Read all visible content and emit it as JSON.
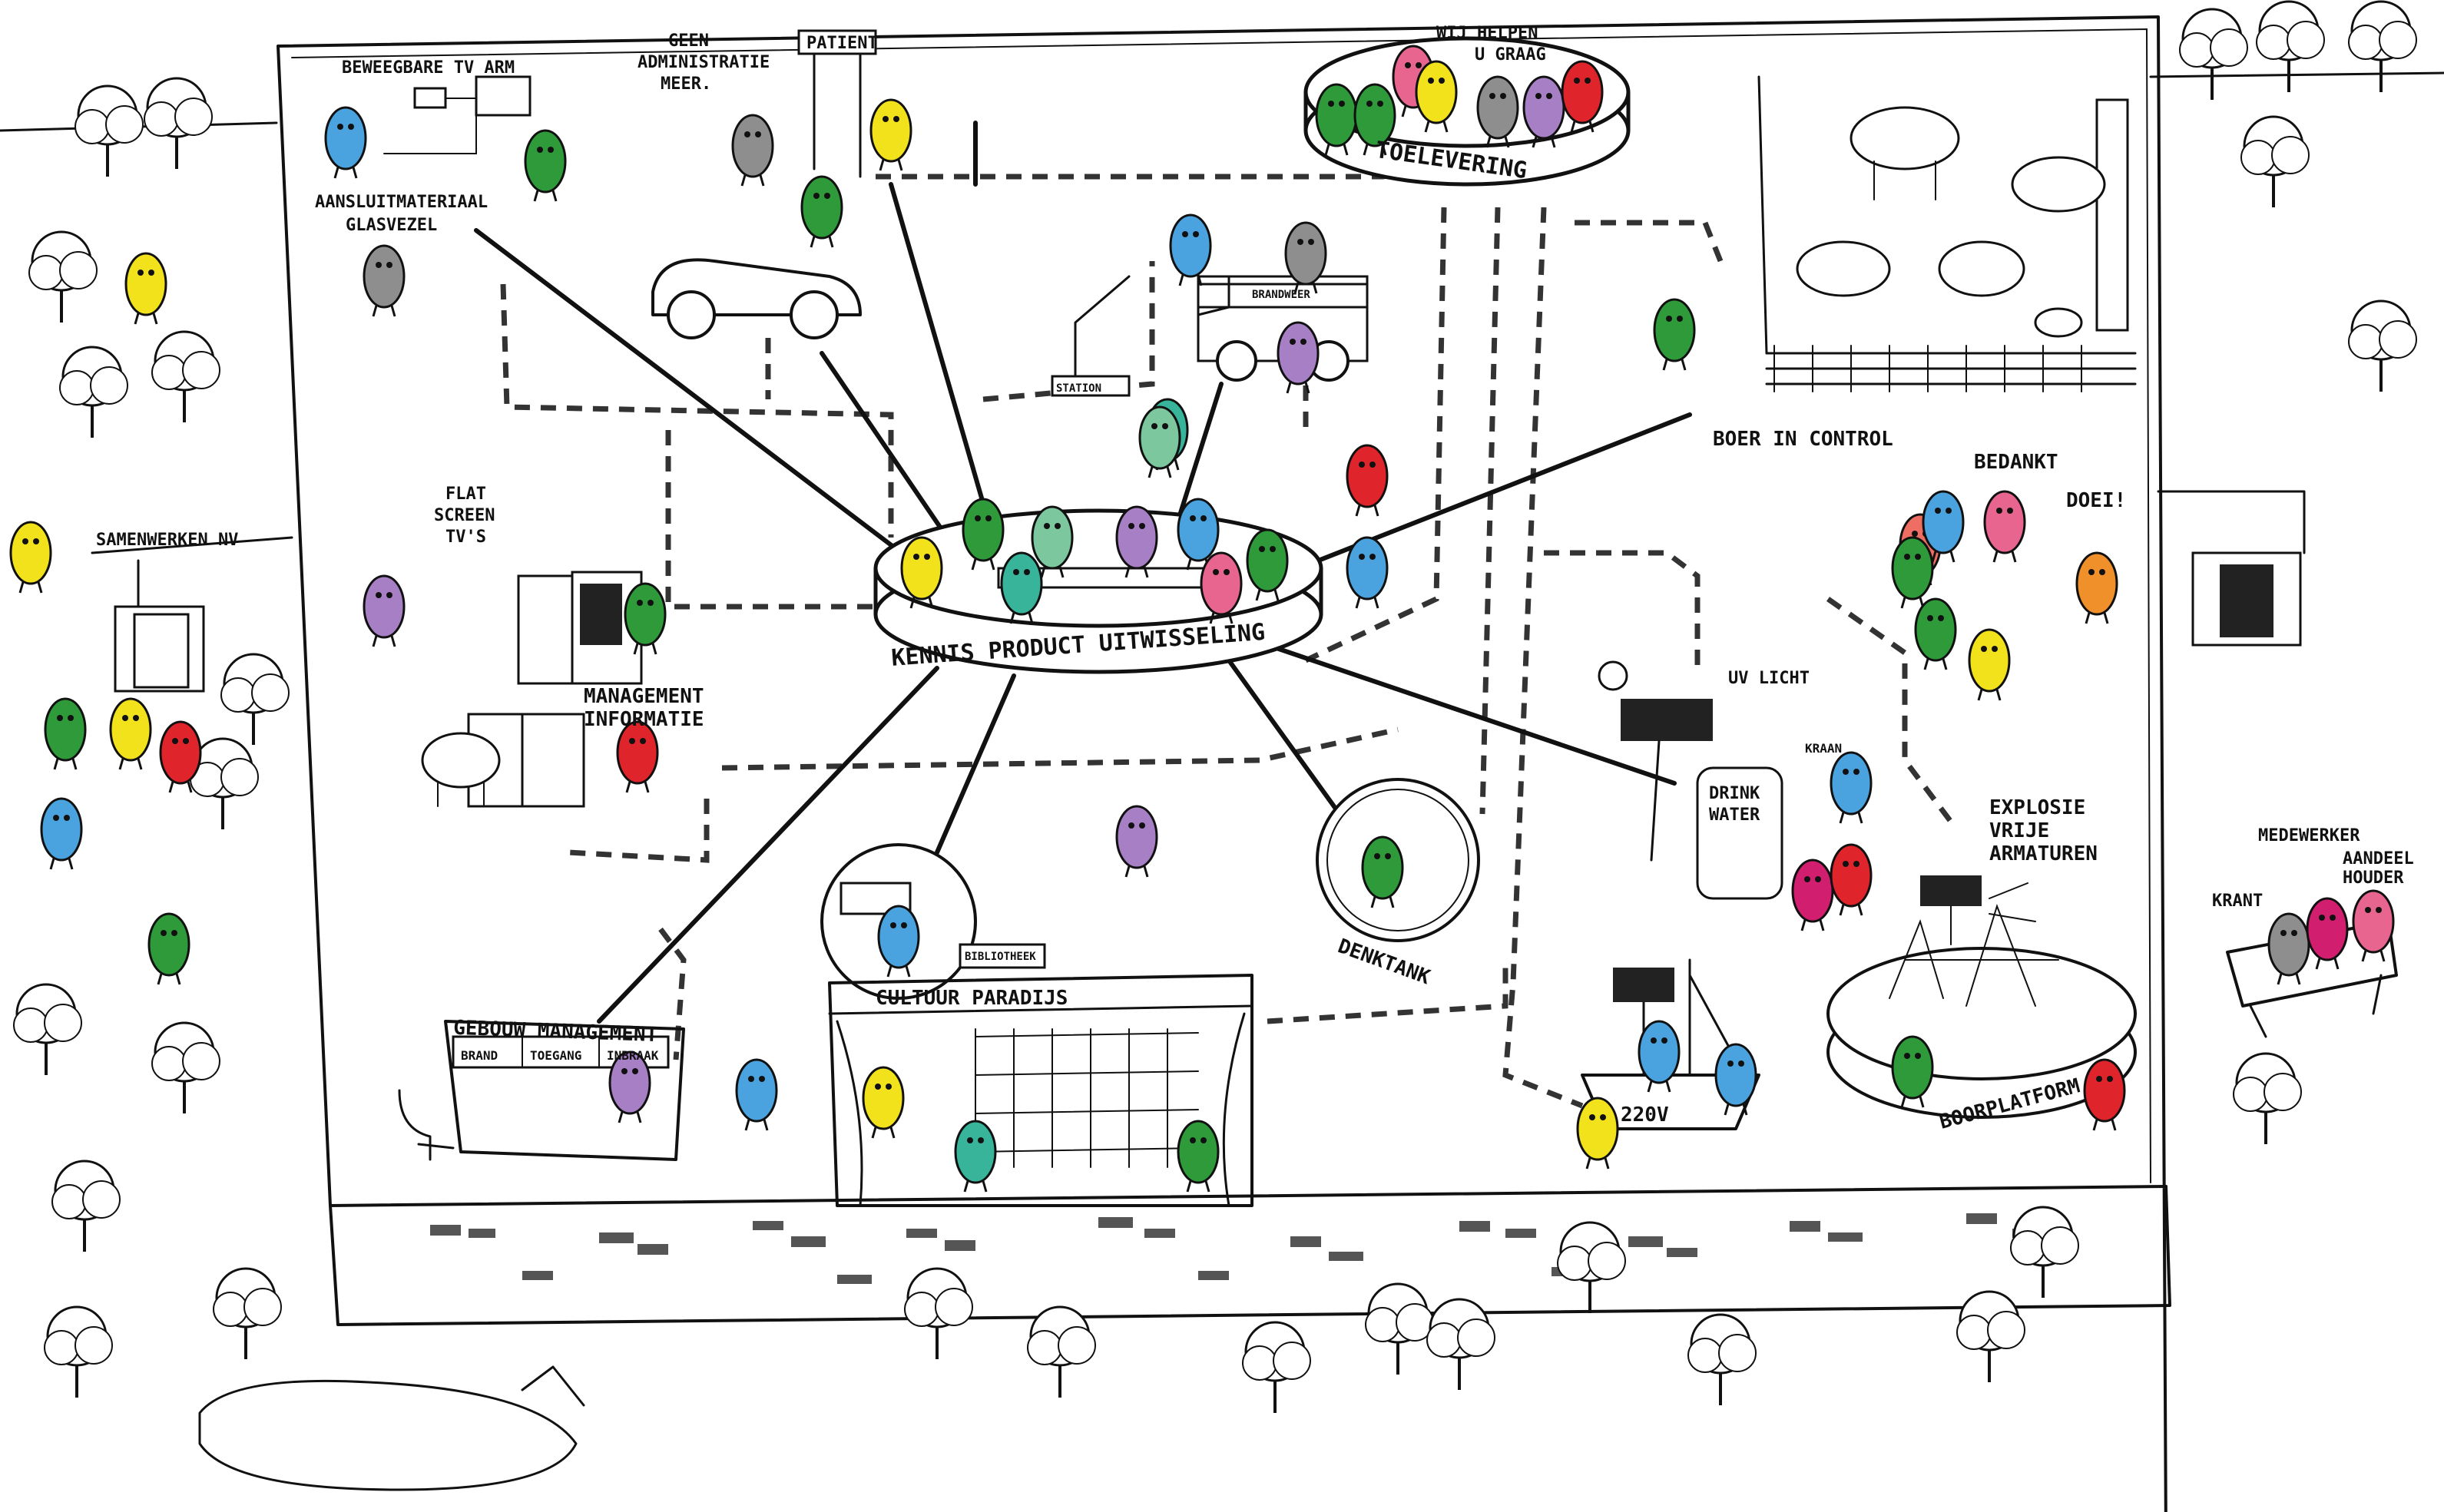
{
  "labels": {
    "tv_arm": "BEWEEGBARE TV ARM",
    "aansluit": "AANSLUITMATERIAAL",
    "glasvezel": "GLASVEZEL",
    "geen_admin_1": "GEEN",
    "geen_admin_2": "ADMINISTRATIE",
    "geen_admin_3": "MEER.",
    "patient": "PATIENT",
    "wij_helpen_1": "WIJ HELPEN",
    "wij_helpen_2": "U GRAAG",
    "toelevering": "TOELEVERING",
    "samenwerken": "SAMENWERKEN NV",
    "flat_1": "FLAT",
    "flat_2": "SCREEN",
    "flat_3": "TV'S",
    "management_1": "MANAGEMENT",
    "management_2": "INFORMATIE",
    "kennis": "KENNIS PRODUCT UITWISSELING",
    "boer": "BOER IN CONTROL",
    "bedankt": "BEDANKT",
    "doei": "DOEI!",
    "uv_licht": "UV LICHT",
    "kraan": "KRAAN",
    "drink_1": "DRINK",
    "drink_2": "WATER",
    "explosie_1": "EXPLOSIE",
    "explosie_2": "VRIJE",
    "explosie_3": "ARMATUREN",
    "denktank": "DENKTANK",
    "cultuur": "CULTUUR PARADIJS",
    "gebouw": "GEBOUW MANAGEMENT",
    "slot_1": "BRAND",
    "slot_2": "TOEGANG",
    "slot_3": "INBRAAK",
    "boorplatform": "BOORPLATFORM",
    "v220": "220V",
    "krant": "KRANT",
    "medewerker": "MEDEWERKER",
    "aandeelhouder_1": "AANDEEL",
    "aandeelhouder_2": "HOUDER",
    "slagboom": "STATION",
    "brandweer": "BRANDWEER",
    "bieb": "BIBLIOTHEEK"
  },
  "colors": {
    "blue": "#4aa3df",
    "green": "#2e9a3a",
    "yellow": "#f2e21b",
    "red": "#e0242b",
    "pink": "#e8658f",
    "purple": "#a77fc4",
    "teal": "#38b49b",
    "mint": "#7cc79d",
    "grey": "#8e8e8e",
    "orange": "#f0902a",
    "salmon": "#ee6e63",
    "magenta": "#d11e6e"
  },
  "characters": [
    {
      "color": "blue"
    },
    {
      "color": "green"
    },
    {
      "color": "grey"
    },
    {
      "color": "yellow"
    },
    {
      "color": "green"
    },
    {
      "color": "grey"
    },
    {
      "color": "yellow"
    },
    {
      "color": "green"
    },
    {
      "color": "pink"
    },
    {
      "color": "green"
    },
    {
      "color": "yellow"
    },
    {
      "color": "grey"
    },
    {
      "color": "purple"
    },
    {
      "color": "red"
    },
    {
      "color": "blue"
    },
    {
      "color": "teal"
    },
    {
      "color": "mint"
    },
    {
      "color": "green"
    },
    {
      "color": "yellow"
    },
    {
      "color": "purple"
    },
    {
      "color": "blue"
    },
    {
      "color": "green"
    },
    {
      "color": "teal"
    },
    {
      "color": "pink"
    },
    {
      "color": "mint"
    },
    {
      "color": "grey"
    },
    {
      "color": "blue"
    },
    {
      "color": "purple"
    },
    {
      "color": "green"
    },
    {
      "color": "red"
    },
    {
      "color": "yellow"
    },
    {
      "color": "green"
    },
    {
      "color": "purple"
    },
    {
      "color": "green"
    },
    {
      "color": "red"
    },
    {
      "color": "blue"
    },
    {
      "color": "yellow"
    },
    {
      "color": "red"
    },
    {
      "color": "blue"
    },
    {
      "color": "green"
    },
    {
      "color": "salmon"
    },
    {
      "color": "orange"
    },
    {
      "color": "blue"
    },
    {
      "color": "pink"
    },
    {
      "color": "green"
    },
    {
      "color": "green"
    },
    {
      "color": "yellow"
    },
    {
      "color": "blue"
    },
    {
      "color": "magenta"
    },
    {
      "color": "red"
    },
    {
      "color": "green"
    },
    {
      "color": "red"
    },
    {
      "color": "blue"
    },
    {
      "color": "blue"
    },
    {
      "color": "yellow"
    },
    {
      "color": "grey"
    },
    {
      "color": "magenta"
    },
    {
      "color": "pink"
    },
    {
      "color": "blue"
    },
    {
      "color": "purple"
    },
    {
      "color": "purple"
    },
    {
      "color": "yellow"
    },
    {
      "color": "green"
    },
    {
      "color": "teal"
    },
    {
      "color": "green"
    }
  ]
}
